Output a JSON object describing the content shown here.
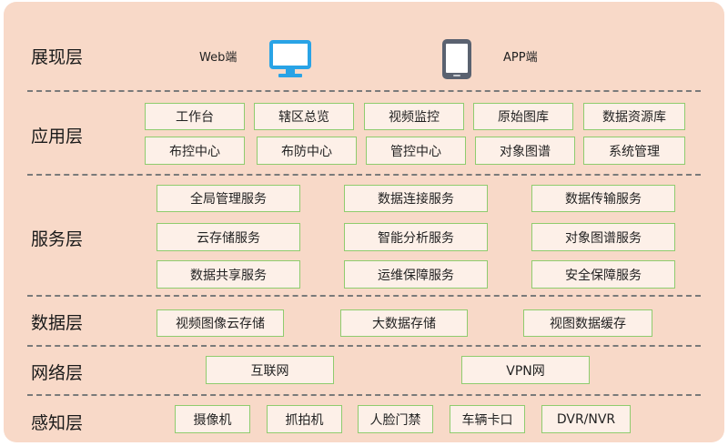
{
  "layers": {
    "presentation": "展现层",
    "application": "应用层",
    "service": "服务层",
    "data": "数据层",
    "network": "网络层",
    "perception": "感知层"
  },
  "presentation": {
    "web_label": "Web端",
    "app_label": "APP端",
    "web_icon": "monitor-icon",
    "app_icon": "tablet-icon"
  },
  "application": {
    "row1": [
      "工作台",
      "辖区总览",
      "视频监控",
      "原始图库",
      "数据资源库"
    ],
    "row2": [
      "布控中心",
      "布防中心",
      "管控中心",
      "对象图谱",
      "系统管理"
    ]
  },
  "service": {
    "col1": [
      "全局管理服务",
      "云存储服务",
      "数据共享服务"
    ],
    "col2": [
      "数据连接服务",
      "智能分析服务",
      "运维保障服务"
    ],
    "col3": [
      "数据传输服务",
      "对象图谱服务",
      "安全保障服务"
    ]
  },
  "data": [
    "视频图像云存储",
    "大数据存储",
    "视图数据缓存"
  ],
  "network": [
    "互联网",
    "VPN网"
  ],
  "perception": [
    "摄像机",
    "抓拍机",
    "人脸门禁",
    "车辆卡口",
    "DVR/NVR"
  ],
  "colors": {
    "background": "#f8d9c8",
    "box_fill": "#fdf0e8",
    "box_border": "#8fcc6e",
    "monitor_blue": "#29a3e6",
    "tablet_gray": "#5a6270"
  }
}
